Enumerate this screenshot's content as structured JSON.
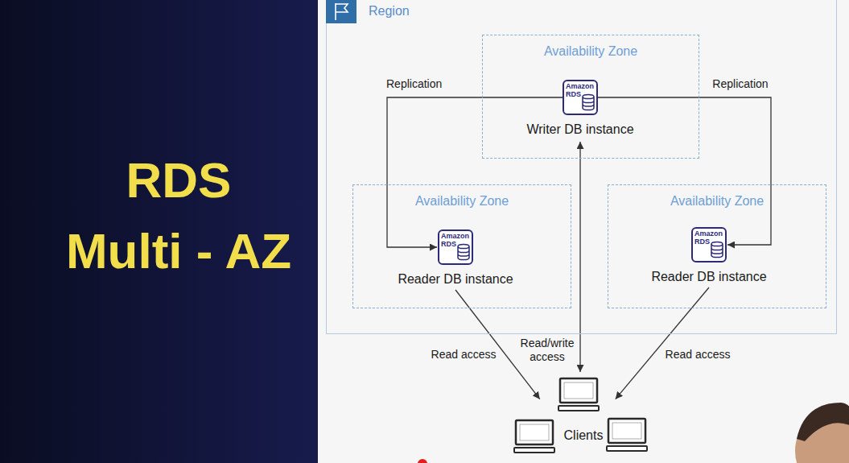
{
  "diagram": {
    "nodes": [
      {
        "text": [
          "Region"
        ]
      },
      {
        "text": [
          "Availability Zone"
        ],
        "in": 0
      },
      {
        "text": [
          "Amazon RDS",
          "Writer DB instance"
        ],
        "in": 1
      },
      {
        "text": [
          "Availability Zone"
        ],
        "in": 0
      },
      {
        "text": [
          "Amazon RDS",
          "Reader DB instance"
        ],
        "in": 3
      },
      {
        "text": [
          "Availability Zone"
        ],
        "in": 0
      },
      {
        "text": [
          "Amazon RDS",
          "Reader DB instance"
        ],
        "in": 5
      },
      {
        "text": [
          "Clients"
        ]
      }
    ],
    "edges": [
      {
        "from": 2,
        "to": 4,
        "arrow": "to",
        "label": "Replication"
      },
      {
        "from": 2,
        "to": 6,
        "arrow": "to",
        "label": "Replication"
      },
      {
        "from": 4,
        "to": 7,
        "arrow": "to",
        "label": "Read access"
      },
      {
        "from": 2,
        "to": 7,
        "arrow": "both",
        "label": "Read/write access"
      },
      {
        "from": 6,
        "to": 7,
        "arrow": "to",
        "label": "Read access"
      }
    ],
    "labels": [
      "RDS",
      "Multi - AZ"
    ]
  }
}
